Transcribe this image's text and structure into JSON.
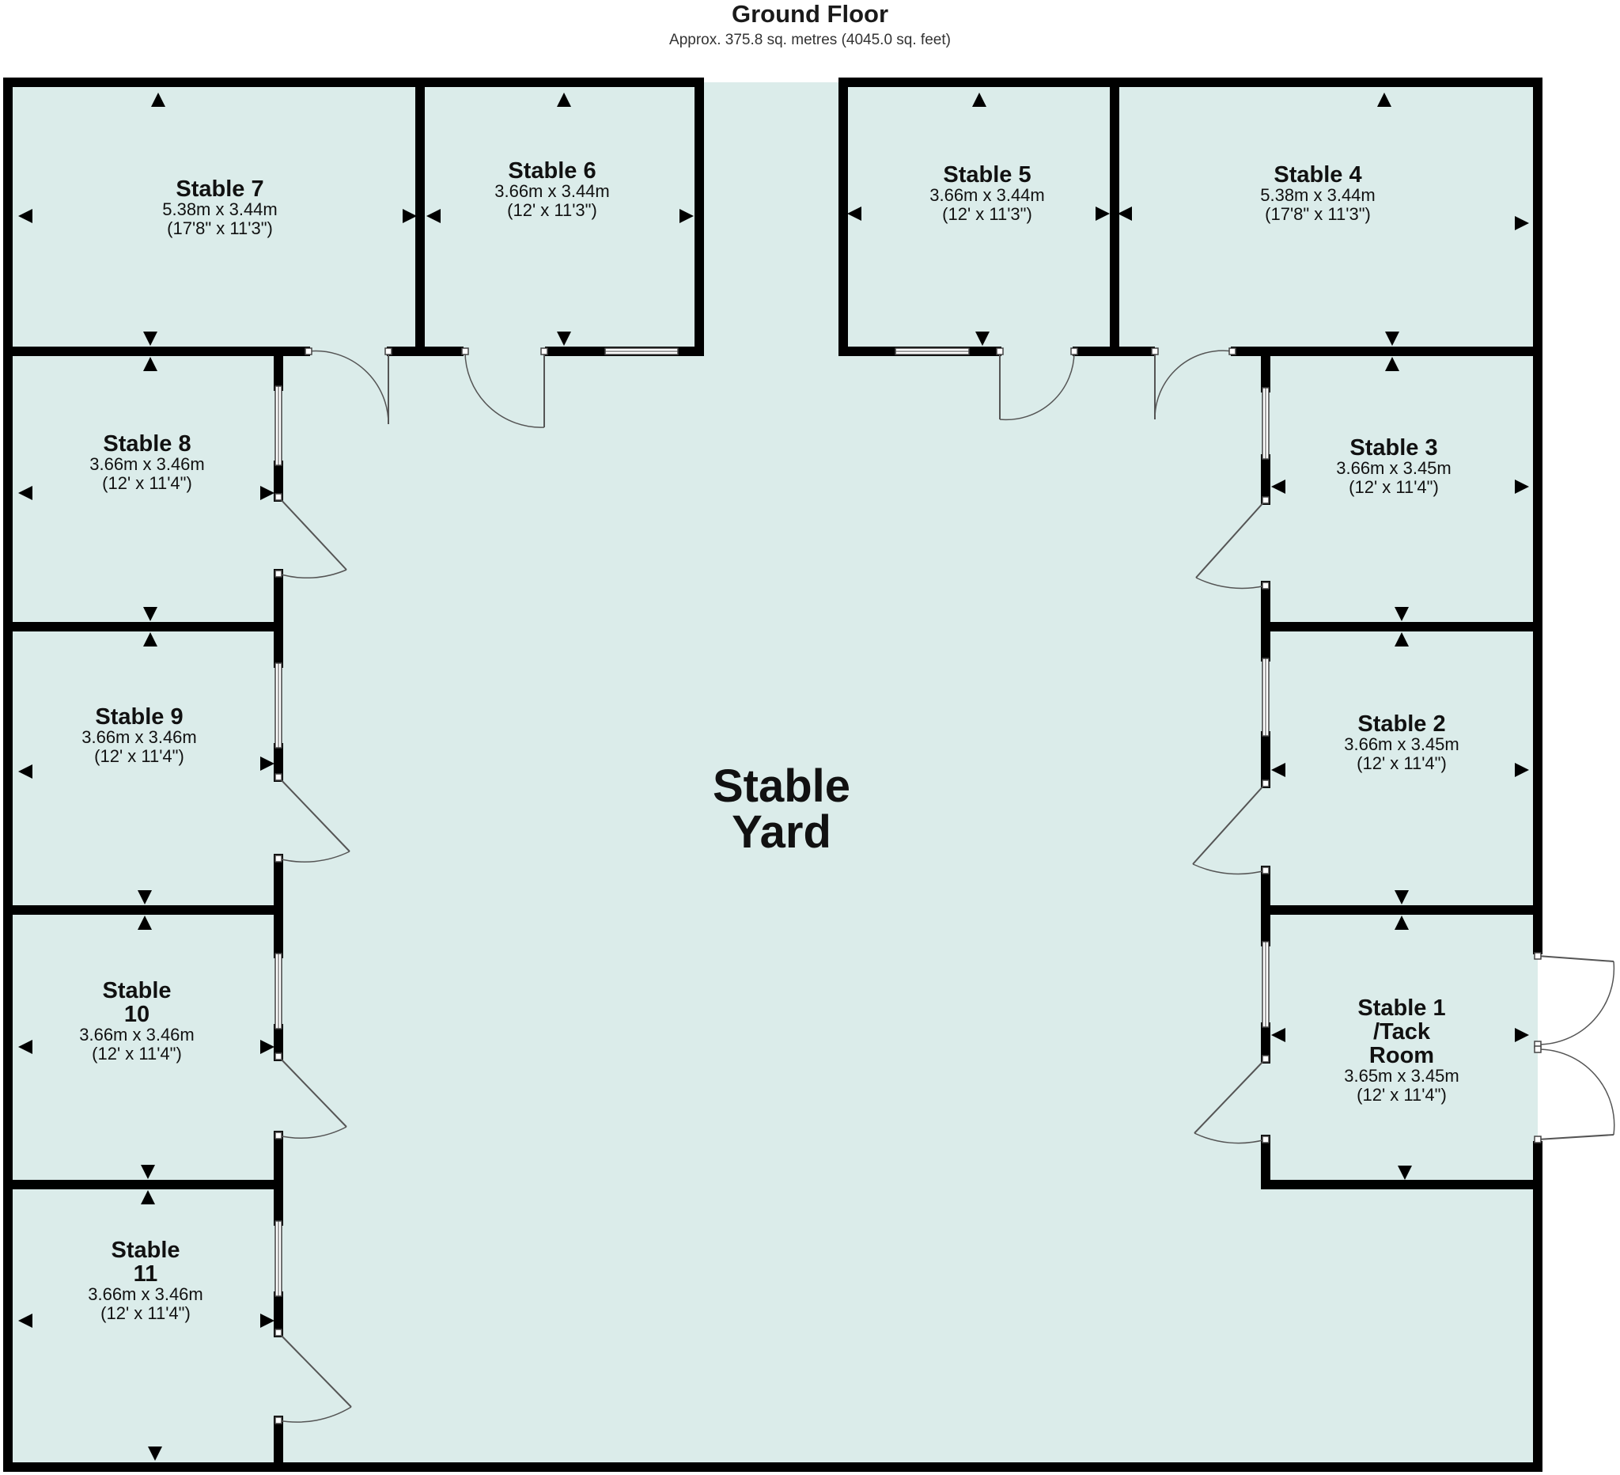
{
  "header": {
    "title": "Ground Floor",
    "subtitle": "Approx. 375.8 sq. metres (4045.0 sq. feet)"
  },
  "colors": {
    "floor": "#dbecea",
    "wall": "#000000",
    "window_fill": "#ffffff",
    "door_line": "#555555"
  },
  "rooms": [
    {
      "id": "stable-7",
      "name": [
        "Stable 7"
      ],
      "metric": "5.38m x 3.44m",
      "imperial": "(17'8\" x 11'3\")"
    },
    {
      "id": "stable-6",
      "name": [
        "Stable 6"
      ],
      "metric": "3.66m x 3.44m",
      "imperial": "(12' x 11'3\")"
    },
    {
      "id": "stable-5",
      "name": [
        "Stable 5"
      ],
      "metric": "3.66m x 3.44m",
      "imperial": "(12' x 11'3\")"
    },
    {
      "id": "stable-4",
      "name": [
        "Stable 4"
      ],
      "metric": "5.38m x 3.44m",
      "imperial": "(17'8\" x 11'3\")"
    },
    {
      "id": "stable-8",
      "name": [
        "Stable 8"
      ],
      "metric": "3.66m x 3.46m",
      "imperial": "(12' x 11'4\")"
    },
    {
      "id": "stable-3",
      "name": [
        "Stable 3"
      ],
      "metric": "3.66m x 3.45m",
      "imperial": "(12' x 11'4\")"
    },
    {
      "id": "stable-9",
      "name": [
        "Stable 9"
      ],
      "metric": "3.66m x 3.46m",
      "imperial": "(12' x 11'4\")"
    },
    {
      "id": "stable-2",
      "name": [
        "Stable 2"
      ],
      "metric": "3.66m x 3.45m",
      "imperial": "(12' x 11'4\")"
    },
    {
      "id": "stable-10",
      "name": [
        "Stable",
        "10"
      ],
      "metric": "3.66m x 3.46m",
      "imperial": "(12' x 11'4\")"
    },
    {
      "id": "stable-1",
      "name": [
        "Stable 1",
        "/Tack",
        "Room"
      ],
      "metric": "3.65m x 3.45m",
      "imperial": "(12' x 11'4\")"
    },
    {
      "id": "stable-11",
      "name": [
        "Stable",
        "11"
      ],
      "metric": "3.66m x 3.46m",
      "imperial": "(12' x 11'4\")"
    }
  ],
  "yard": {
    "name": [
      "Stable",
      "Yard"
    ]
  }
}
